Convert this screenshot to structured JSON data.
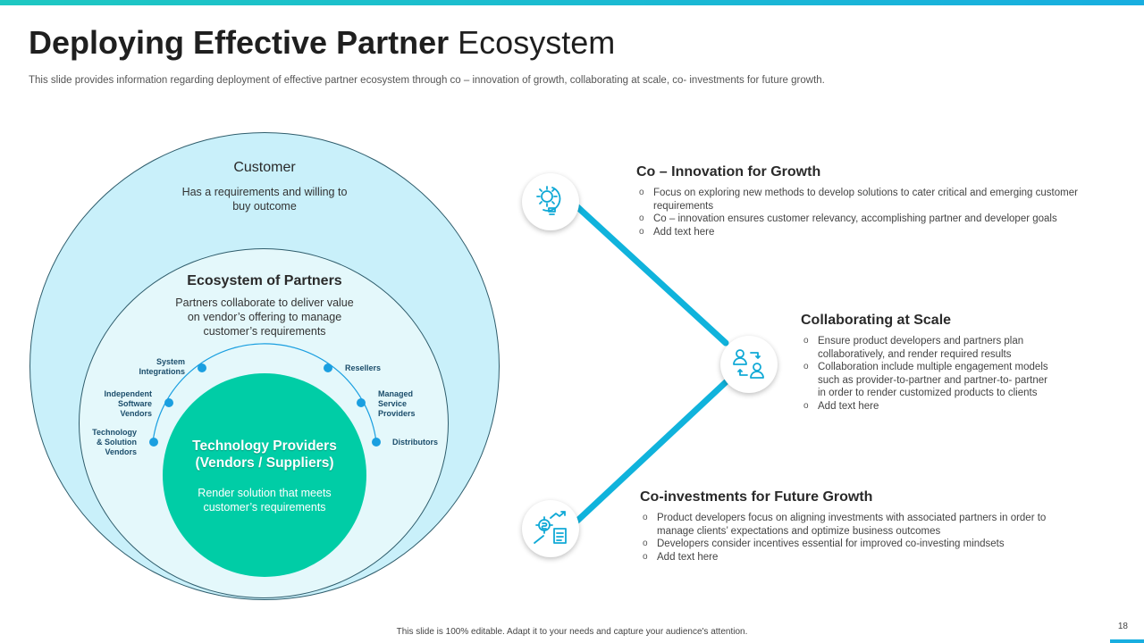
{
  "header": {
    "title_bold": "Deploying Effective Partner",
    "title_light": "Ecosystem",
    "subtitle": "This slide provides information regarding deployment of effective partner ecosystem through co – innovation of growth, collaborating at scale, co- investments for future growth."
  },
  "diagram": {
    "customer": {
      "title": "Customer",
      "desc_line1": "Has a requirements and willing to",
      "desc_line2": "buy outcome"
    },
    "partners": {
      "title": "Ecosystem of Partners",
      "desc_line1": "Partners collaborate to deliver value",
      "desc_line2": "on vendor’s offering to manage",
      "desc_line3": "customer’s requirements"
    },
    "providers": {
      "title_line1": "Technology Providers",
      "title_line2": "(Vendors / Suppliers)",
      "desc_line1": "Render solution that meets",
      "desc_line2": "customer’s requirements"
    },
    "nodes": {
      "system_integrations": [
        "System",
        "Integrations"
      ],
      "resellers": [
        "Resellers"
      ],
      "isv": [
        "Independent",
        "Software",
        "Vendors"
      ],
      "msp": [
        "Managed",
        "Service",
        "Providers"
      ],
      "tech_solution": [
        "Technology",
        "& Solution",
        "Vendors"
      ],
      "distributors": [
        "Distributors"
      ]
    },
    "colors": {
      "outer": "#c9f0fa",
      "middle": "#e4f8fb",
      "inner": "#00cda6",
      "node": "#1a9fe0",
      "connector": "#10b3dc"
    }
  },
  "sections": [
    {
      "title": "Co – Innovation for Growth",
      "icon": "gear-lightbulb-icon",
      "bullets": [
        [
          "Focus on exploring new methods to develop solutions to cater critical and emerging customer",
          "requirements"
        ],
        [
          "Co – innovation ensures customer relevancy, accomplishing partner and developer goals"
        ],
        [
          "Add text here"
        ]
      ]
    },
    {
      "title": "Collaborating at Scale",
      "icon": "users-exchange-icon",
      "bullets": [
        [
          "Ensure product developers and partners plan",
          "collaboratively, and render required results"
        ],
        [
          "Collaboration include multiple engagement models",
          "such as provider-to-partner and partner-to- partner",
          "in order to render customized products to clients"
        ],
        [
          "Add text here"
        ]
      ]
    },
    {
      "title": "Co-investments for Future Growth",
      "icon": "investment-growth-icon",
      "bullets": [
        [
          "Product developers focus on aligning investments with associated partners in order to",
          "manage clients’ expectations and optimize business outcomes"
        ],
        [
          "Developers consider incentives essential for improved co-investing mindsets"
        ],
        [
          "Add text here"
        ]
      ]
    }
  ],
  "footer": {
    "note": "This slide is 100% editable. Adapt it to your needs and capture your audience's attention.",
    "page_number": "18"
  }
}
